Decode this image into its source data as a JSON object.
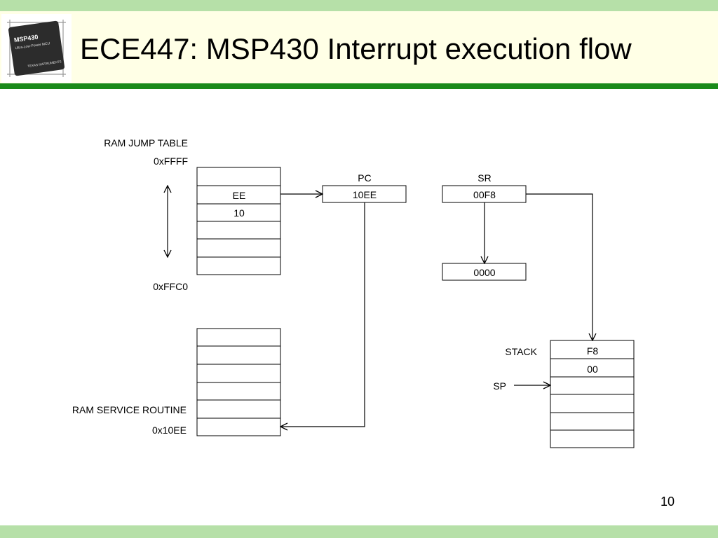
{
  "slide": {
    "title": "ECE447: MSP430 Interrupt execution flow",
    "number": "10",
    "chip": {
      "line1": "MSP430",
      "line2": "Ultra-Low-Power MCU",
      "brand": "TEXAS INSTRUMENTS"
    },
    "colors": {
      "band": "#b6e0a8",
      "rule": "#1a8a1a",
      "title_bg": "#ffffe6"
    }
  },
  "diagram": {
    "jump_table": {
      "label": "RAM JUMP TABLE",
      "top_address": "0xFFFF",
      "bottom_address": "0xFFC0",
      "cells": [
        "",
        "EE",
        "10",
        "",
        "",
        ""
      ]
    },
    "service_routine": {
      "label": "RAM SERVICE ROUTINE",
      "address": "0x10EE",
      "cells": [
        "",
        "",
        "",
        "",
        "",
        ""
      ]
    },
    "pc": {
      "label": "PC",
      "value": "10EE"
    },
    "sr": {
      "label": "SR",
      "value": "00F8",
      "cleared_value": "0000"
    },
    "stack": {
      "label": "STACK",
      "pointer_label": "SP",
      "cells": [
        "F8",
        "00",
        "",
        "",
        "",
        ""
      ]
    }
  }
}
